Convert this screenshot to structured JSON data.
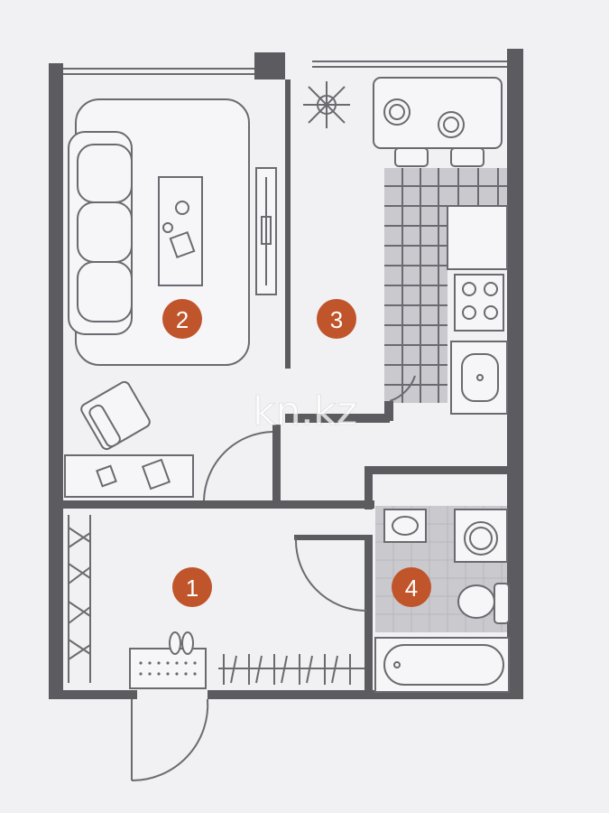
{
  "plan": {
    "colors": {
      "background": "#f1f1f3",
      "wall": "#5b5b60",
      "badge": "#c0542a",
      "tile": "#c9c9ce"
    },
    "rooms": [
      {
        "id": "hallway",
        "number": "1"
      },
      {
        "id": "living-room",
        "number": "2"
      },
      {
        "id": "kitchen",
        "number": "3"
      },
      {
        "id": "bathroom",
        "number": "4"
      }
    ],
    "watermark": "kn.kz",
    "furniture_icons": [
      "sofa-icon",
      "coffee-table-icon",
      "armchair-icon",
      "tv-stand-icon",
      "ceiling-lamp-icon",
      "dining-table-icon",
      "kitchen-counter-icon",
      "stove-icon",
      "kitchen-sink-icon",
      "washing-machine-icon",
      "bathroom-sink-icon",
      "toilet-icon",
      "bathtub-icon",
      "wardrobe-icon",
      "shoe-rack-icon"
    ]
  }
}
